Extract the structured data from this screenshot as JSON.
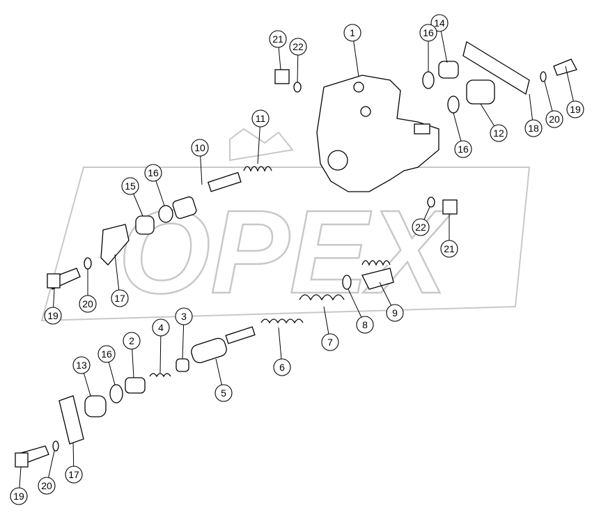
{
  "watermark": "OPEX",
  "corner_mark": "",
  "callouts": [
    "1",
    "14",
    "16",
    "21",
    "22",
    "16",
    "12",
    "18",
    "20",
    "19",
    "11",
    "10",
    "16",
    "15",
    "22",
    "21",
    "19",
    "20",
    "17",
    "9",
    "8",
    "7",
    "6",
    "5",
    "3",
    "4",
    "2",
    "16",
    "13",
    "17",
    "20",
    "19"
  ]
}
